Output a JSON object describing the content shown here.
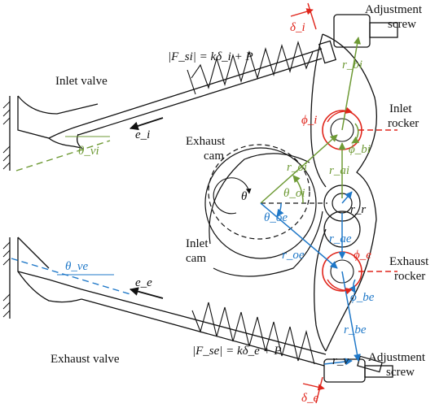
{
  "labels": {
    "inlet_valve": "Inlet valve",
    "exhaust_valve": "Exhaust valve",
    "exhaust_cam_1": "Exhaust",
    "exhaust_cam_2": "cam",
    "inlet_cam_1": "Inlet",
    "inlet_cam_2": "cam",
    "inlet_rocker_1": "Inlet",
    "inlet_rocker_2": "rocker",
    "exhaust_rocker_1": "Exhaust",
    "exhaust_rocker_2": "rocker",
    "adj_screw_top_1": "Adjustment",
    "adj_screw_top_2": "screw",
    "adj_screw_bot_1": "Adjustment",
    "adj_screw_bot_2": "screw"
  },
  "formulas": {
    "force_inlet": "|F_si| = kδ_i + P",
    "force_exhaust": "|F_se| = kδ_e + P"
  },
  "symbols": {
    "e_i": "e_i",
    "e_e": "e_e",
    "theta": "θ",
    "theta_vi": "θ_vi",
    "theta_ve": "θ_ve",
    "theta_oi": "θ_oi",
    "theta_oe": "θ_oe",
    "r_oi": "r_oi",
    "r_oe": "r_oe",
    "r_ai": "r_ai",
    "r_ae": "r_ae",
    "r_bi": "r_bi",
    "r_be": "r_be",
    "r_r": "r_r",
    "r_v": "r_v",
    "phi_i": "ϕ_i",
    "phi_e": "ϕ_e",
    "phi_bi": "ϕ_bi",
    "phi_be": "ϕ_be",
    "delta_i": "δ_i",
    "delta_e": "δ_e"
  },
  "colors": {
    "inlet": "#6e9a35",
    "exhaust": "#1f78c8",
    "angle": "#e0251b",
    "line": "#111111"
  }
}
